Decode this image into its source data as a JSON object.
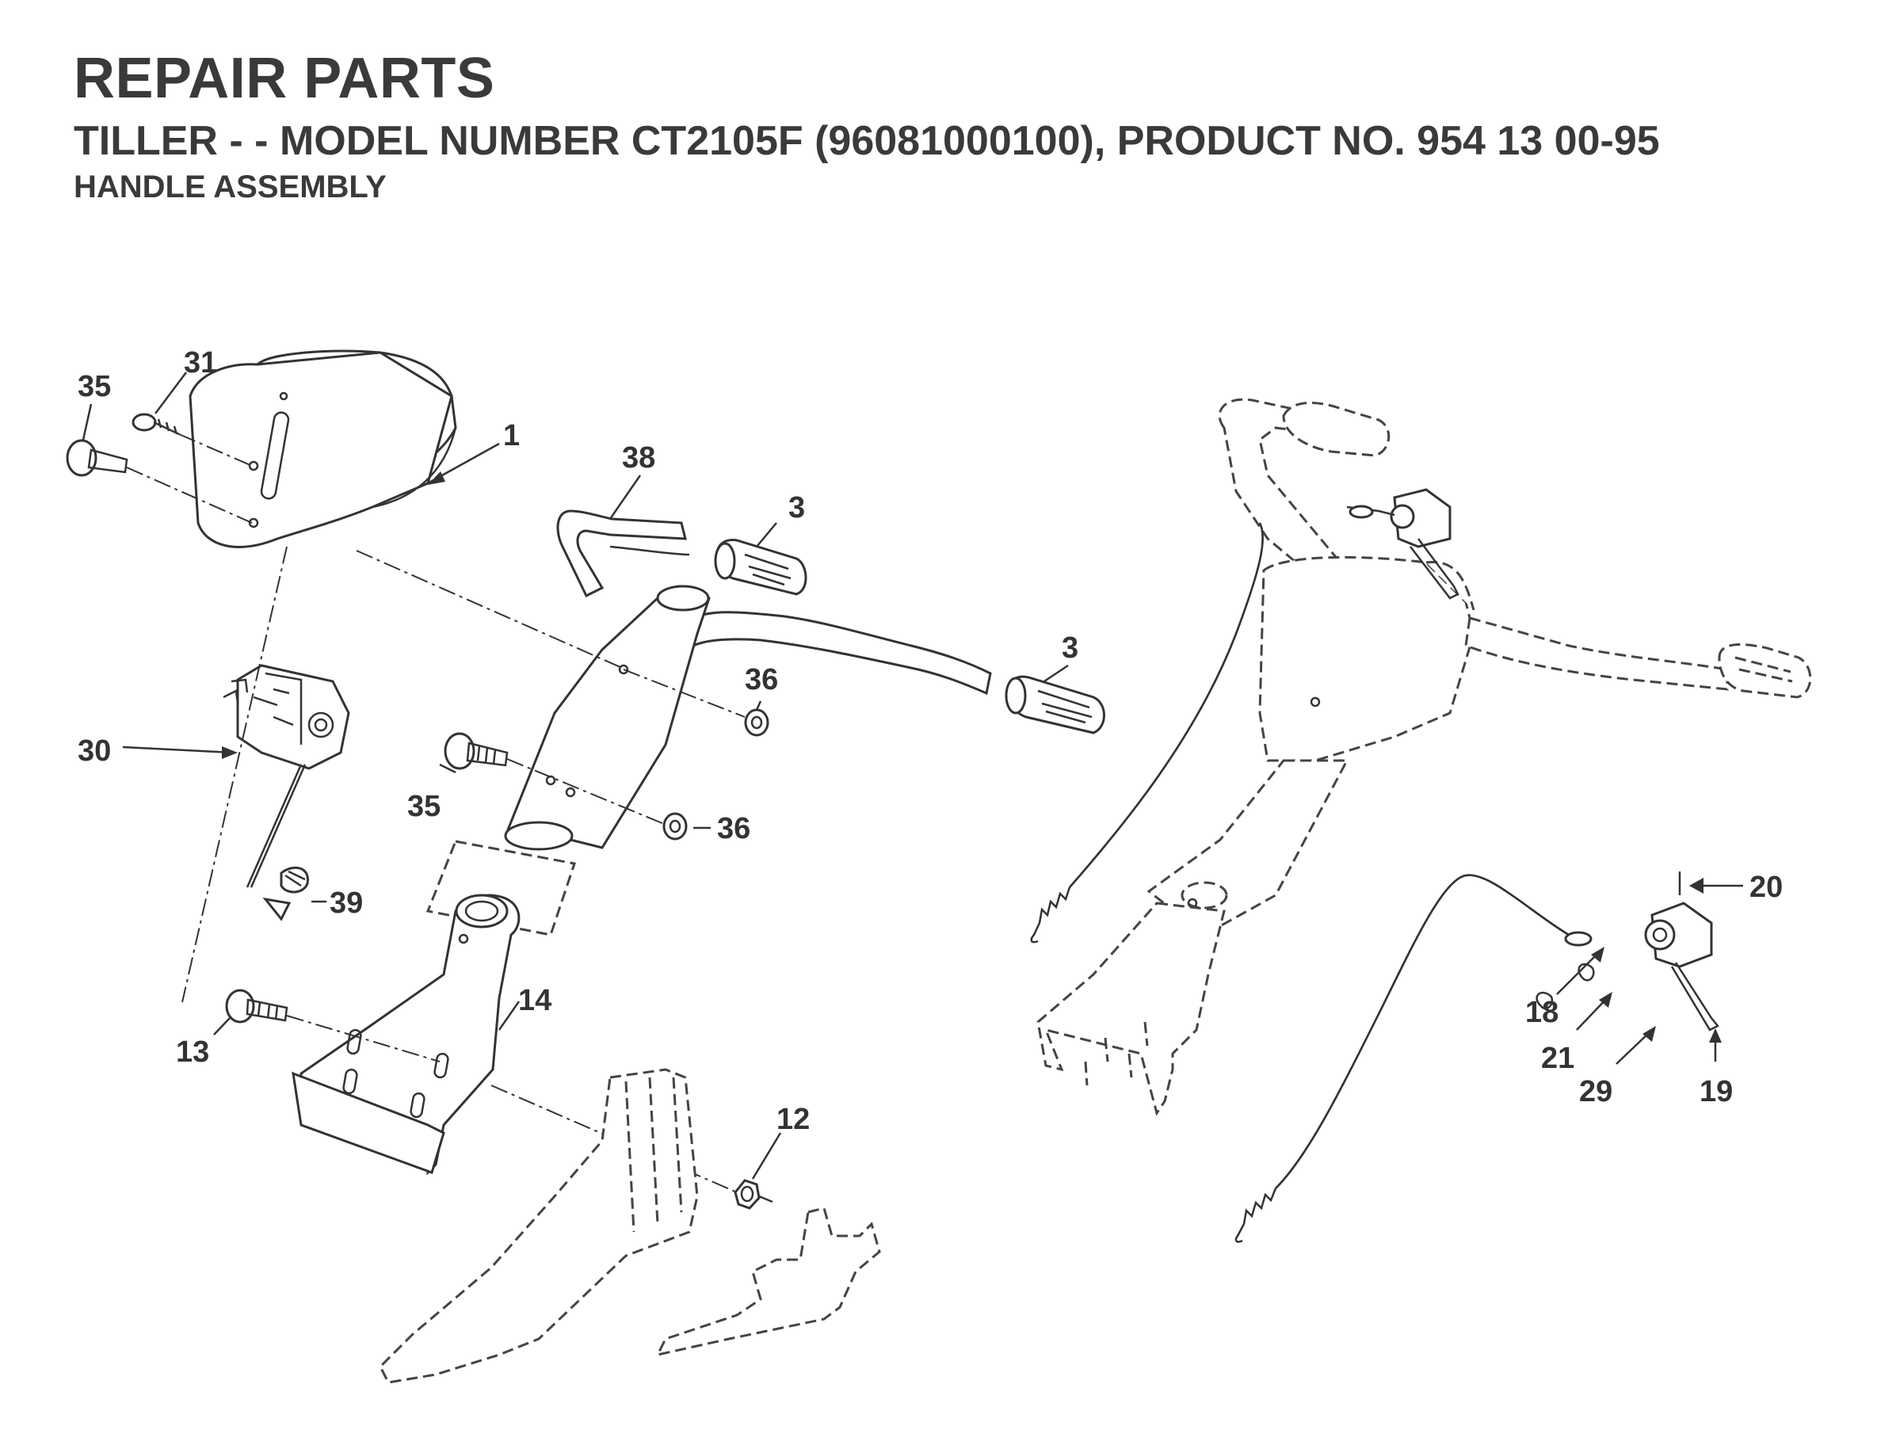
{
  "header": {
    "title": "REPAIR PARTS",
    "subtitle": "TILLER - - MODEL NUMBER CT2105F (96081000100), PRODUCT NO. 954 13 00-95",
    "section": "HANDLE ASSEMBLY"
  },
  "callouts": {
    "c1": "1",
    "c3a": "3",
    "c3b": "3",
    "c12": "12",
    "c13": "13",
    "c14": "14",
    "c18": "18",
    "c19": "19",
    "c20": "20",
    "c21": "21",
    "c29": "29",
    "c30": "30",
    "c31": "31",
    "c35a": "35",
    "c35b": "35",
    "c36a": "36",
    "c36b": "36",
    "c38": "38",
    "c39": "39"
  }
}
